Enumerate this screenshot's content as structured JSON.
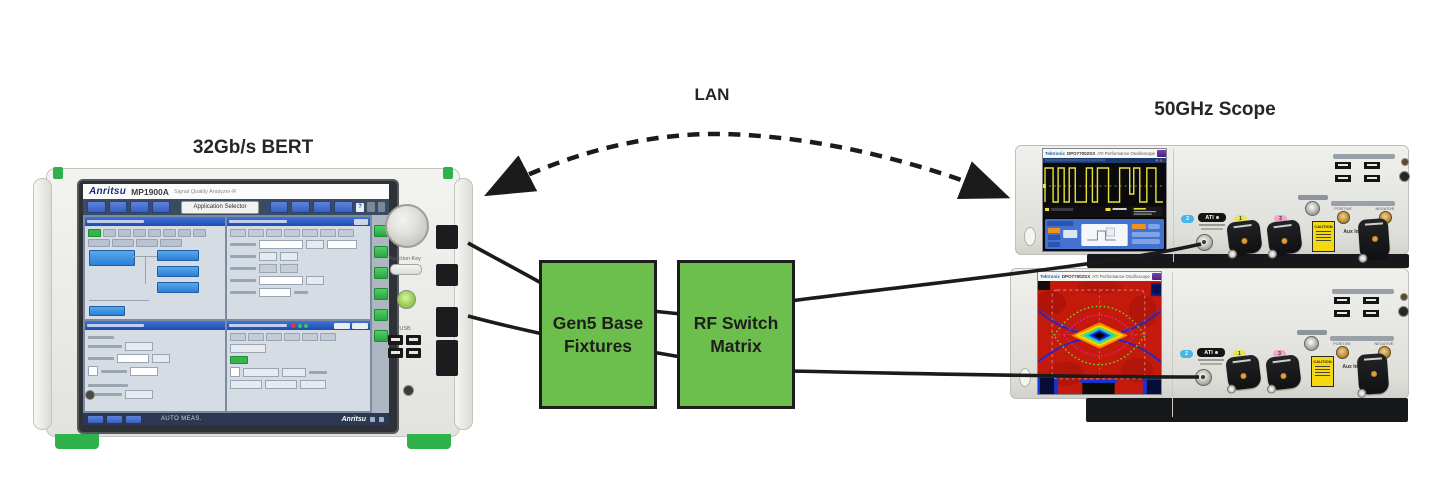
{
  "labels": {
    "bert": "32Gb/s BERT",
    "lan": "LAN",
    "scope": "50GHz Scope"
  },
  "bert": {
    "brand": "Anritsu",
    "model": "MP1900A",
    "subtitle": "Signal Quality Analyzer-R",
    "app_selector": "Application Selector",
    "help": "?",
    "status_text": "AUTO MEAS.",
    "status_brand": "Anritsu",
    "function_key": "Function Key",
    "usb_label": "USB"
  },
  "fixture_box": {
    "line1": "Gen5 Base",
    "line2": "Fixtures"
  },
  "switch_box": {
    "line1": "RF Switch",
    "line2": "Matrix"
  },
  "scope": {
    "brand": "Tektronix",
    "model": "DPO77002SX",
    "subtitle": "ATI Performance Oscilloscope",
    "ati": "ATI",
    "aux": "Aux In",
    "caution": "CAUTION",
    "ch1": "1",
    "ch2": "2",
    "ch3": "3",
    "positive": "POSITIVE",
    "negative": "NEGATIVE"
  },
  "colors": {
    "box_green": "#6cbf4d",
    "wire": "#1b1b1b",
    "accent_green": "#2fb14c",
    "title_blue": "#2e62c8"
  }
}
